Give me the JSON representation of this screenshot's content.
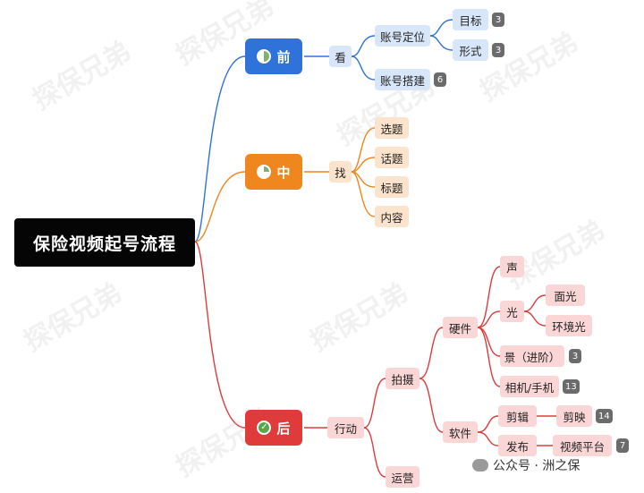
{
  "root": {
    "label": "保险视频起号流程"
  },
  "phases": {
    "before": {
      "label": "前",
      "color": "#2f72d9"
    },
    "middle": {
      "label": "中",
      "color": "#f0861e"
    },
    "after": {
      "label": "后",
      "color": "#df3b3b"
    }
  },
  "before": {
    "look": "看",
    "account_position": "账号定位",
    "goal": "目标",
    "goal_count": "3",
    "form": "形式",
    "form_count": "3",
    "account_build": "账号搭建",
    "account_build_count": "6"
  },
  "middle": {
    "find": "找",
    "items": [
      "选题",
      "话题",
      "标题",
      "内容"
    ]
  },
  "after": {
    "action": "行动",
    "shoot": "拍摄",
    "hardware": "硬件",
    "sound": "声",
    "light": "光",
    "face_light": "面光",
    "ambient_light": "环境光",
    "scene": "景（进阶）",
    "scene_count": "3",
    "camera": "相机/手机",
    "camera_count": "13",
    "software": "软件",
    "edit": "剪辑",
    "capcut": "剪映",
    "capcut_count": "14",
    "publish": "发布",
    "video_platform": "视频平台",
    "video_platform_count": "7",
    "operate": "运营"
  },
  "watermark": "探保兄弟",
  "footer": "公众号 · 洲之保"
}
